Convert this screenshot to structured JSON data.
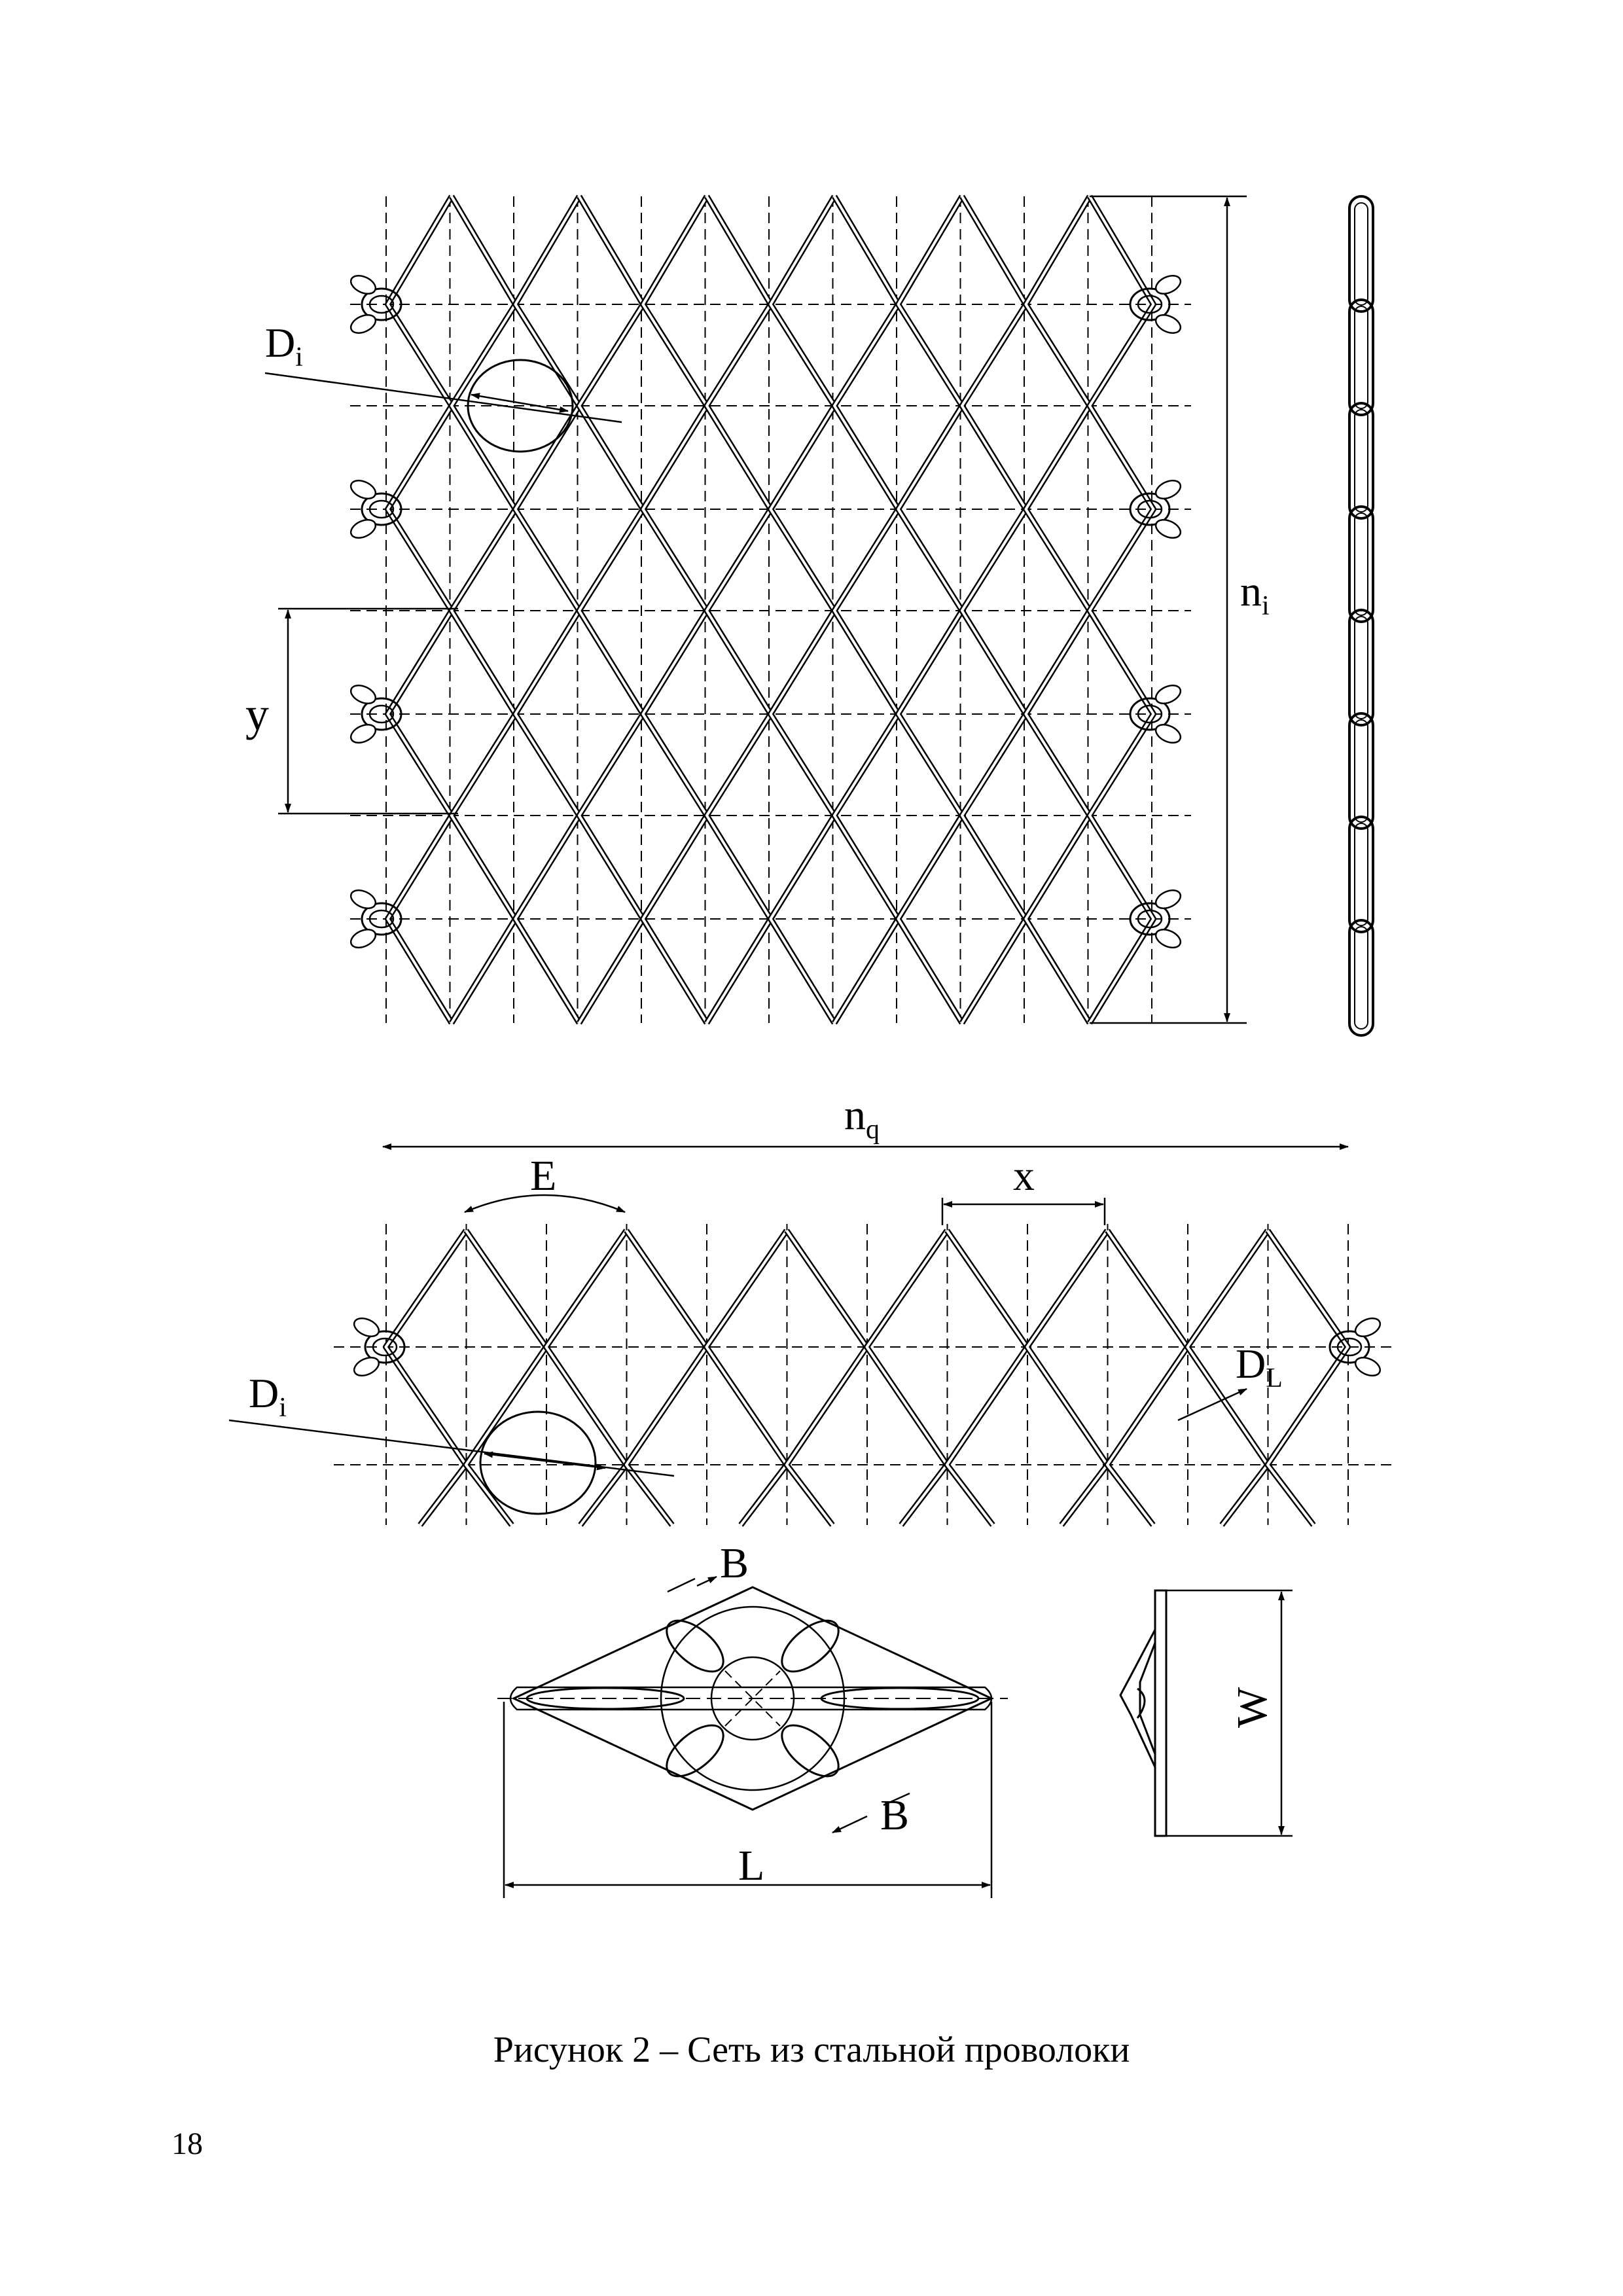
{
  "figure": {
    "caption": "Рисунок 2 – Сеть из стальной проволоки",
    "page_number": "18"
  },
  "top_view": {
    "label_diameter": "D",
    "label_diameter_sub": "i",
    "label_row_pitch": "y",
    "label_height": "n",
    "label_height_sub": "i",
    "diamond_columns": 6,
    "diamond_rows": 4,
    "ring_rows": 4
  },
  "middle_view": {
    "label_width": "n",
    "label_width_sub": "q",
    "label_angle": "E",
    "label_col_pitch": "x",
    "label_diameter": "D",
    "label_diameter_sub": "i",
    "label_wire": "D",
    "label_wire_sub": "L",
    "diamond_columns": 6
  },
  "clip_view": {
    "label_b_top": "B",
    "label_b_bottom": "B",
    "label_length": "L",
    "label_width": "W"
  }
}
